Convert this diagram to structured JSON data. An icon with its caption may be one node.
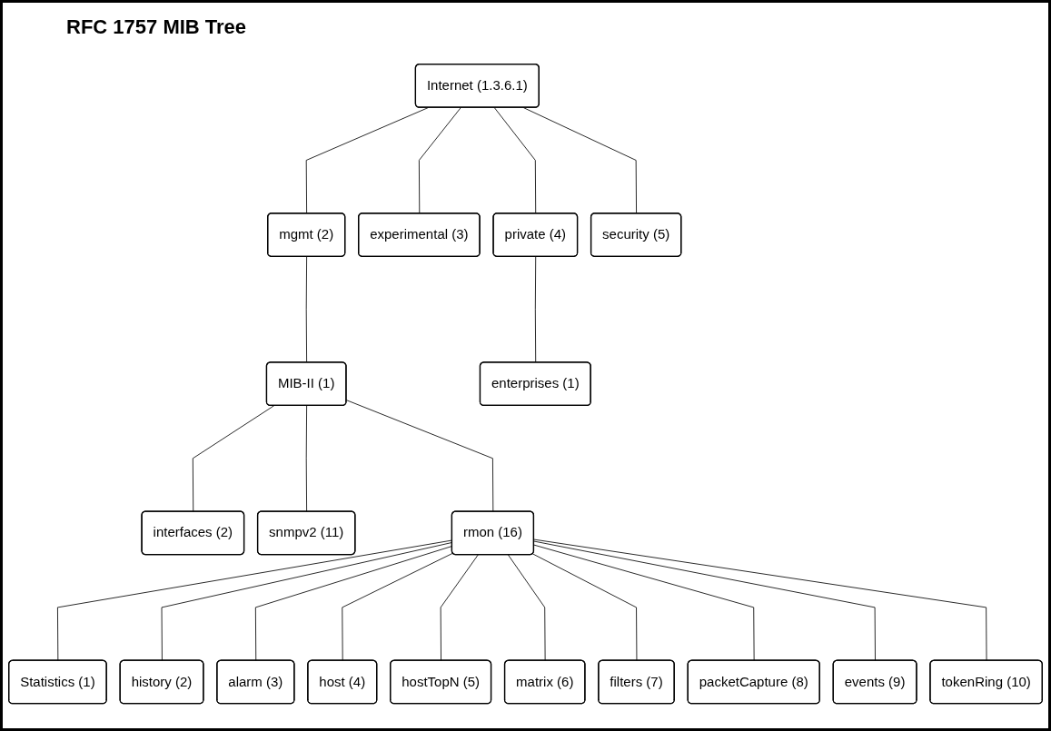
{
  "diagram": {
    "title": "RFC 1757 MIB Tree",
    "nodes": [
      {
        "text": [
          "Internet (1.3.6.1)"
        ]
      },
      {
        "text": [
          "mgmt (2)"
        ]
      },
      {
        "text": [
          "experimental (3)"
        ]
      },
      {
        "text": [
          "private (4)"
        ]
      },
      {
        "text": [
          "security (5)"
        ]
      },
      {
        "text": [
          "MIB-II (1)"
        ]
      },
      {
        "text": [
          "enterprises (1)"
        ]
      },
      {
        "text": [
          "interfaces (2)"
        ]
      },
      {
        "text": [
          "snmpv2 (11)"
        ]
      },
      {
        "text": [
          "rmon (16)"
        ]
      },
      {
        "text": [
          "Statistics (1)"
        ]
      },
      {
        "text": [
          "history (2)"
        ]
      },
      {
        "text": [
          "alarm (3)"
        ]
      },
      {
        "text": [
          "host (4)"
        ]
      },
      {
        "text": [
          "hostTopN (5)"
        ]
      },
      {
        "text": [
          "matrix (6)"
        ]
      },
      {
        "text": [
          "filters (7)"
        ]
      },
      {
        "text": [
          "packetCapture (8)"
        ]
      },
      {
        "text": [
          "events (9)"
        ]
      },
      {
        "text": [
          "tokenRing (10)"
        ]
      }
    ],
    "edges": [
      {
        "from": 0,
        "to": 1,
        "arrow": "none"
      },
      {
        "from": 0,
        "to": 2,
        "arrow": "none"
      },
      {
        "from": 0,
        "to": 3,
        "arrow": "none"
      },
      {
        "from": 0,
        "to": 4,
        "arrow": "none"
      },
      {
        "from": 1,
        "to": 5,
        "arrow": "none"
      },
      {
        "from": 3,
        "to": 6,
        "arrow": "none"
      },
      {
        "from": 5,
        "to": 7,
        "arrow": "none"
      },
      {
        "from": 5,
        "to": 8,
        "arrow": "none"
      },
      {
        "from": 5,
        "to": 9,
        "arrow": "none"
      },
      {
        "from": 9,
        "to": 10,
        "arrow": "none"
      },
      {
        "from": 9,
        "to": 11,
        "arrow": "none"
      },
      {
        "from": 9,
        "to": 12,
        "arrow": "none"
      },
      {
        "from": 9,
        "to": 13,
        "arrow": "none"
      },
      {
        "from": 9,
        "to": 14,
        "arrow": "none"
      },
      {
        "from": 9,
        "to": 15,
        "arrow": "none"
      },
      {
        "from": 9,
        "to": 16,
        "arrow": "none"
      },
      {
        "from": 9,
        "to": 17,
        "arrow": "none"
      },
      {
        "from": 9,
        "to": 18,
        "arrow": "none"
      },
      {
        "from": 9,
        "to": 19,
        "arrow": "none"
      }
    ]
  }
}
